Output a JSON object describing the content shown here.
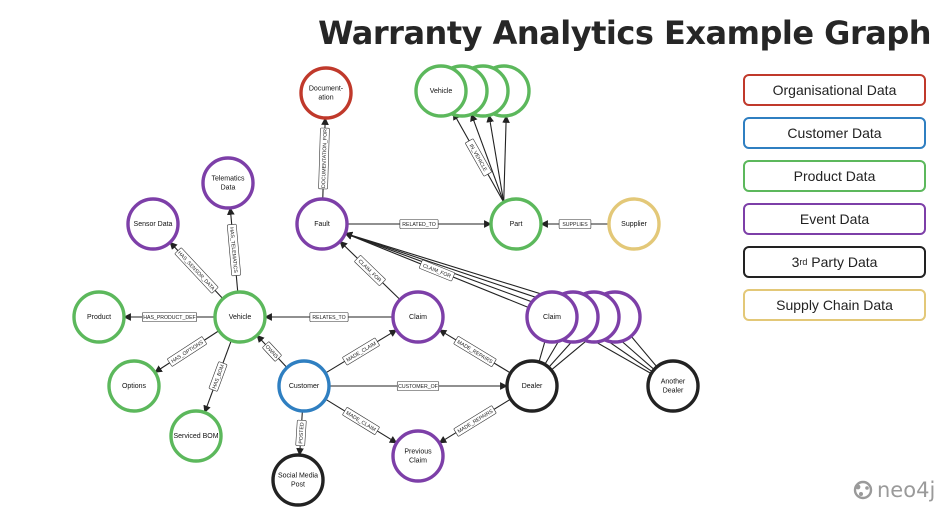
{
  "title": "Warranty Analytics Example Graph",
  "legend": [
    {
      "label": "Organisational Data",
      "color": "#c0392b"
    },
    {
      "label": "Customer Data",
      "color": "#2f7fc1"
    },
    {
      "label": "Product Data",
      "color": "#5cb85c"
    },
    {
      "label": "Event Data",
      "color": "#7d3fa8"
    },
    {
      "label": "3",
      "sup": "rd",
      "suffix": " Party Data",
      "color": "#222222"
    },
    {
      "label": "Supply Chain Data",
      "color": "#e3c878"
    }
  ],
  "nodes": [
    {
      "id": "documentation",
      "lines": [
        "Document-",
        "ation"
      ],
      "category": "Organisational Data"
    },
    {
      "id": "vehicle-product",
      "lines": [
        "Vehicle"
      ],
      "category": "Product Data",
      "stack": 4
    },
    {
      "id": "telematics",
      "lines": [
        "Telematics",
        "Data"
      ],
      "category": "Event Data"
    },
    {
      "id": "sensor",
      "lines": [
        "Sensor Data"
      ],
      "category": "Event Data"
    },
    {
      "id": "fault",
      "lines": [
        "Fault"
      ],
      "category": "Event Data"
    },
    {
      "id": "part",
      "lines": [
        "Part"
      ],
      "category": "Product Data"
    },
    {
      "id": "supplier",
      "lines": [
        "Supplier"
      ],
      "category": "Supply Chain Data"
    },
    {
      "id": "product",
      "lines": [
        "Product"
      ],
      "category": "Product Data"
    },
    {
      "id": "vehicle",
      "lines": [
        "Vehicle"
      ],
      "category": "Product Data"
    },
    {
      "id": "claim",
      "lines": [
        "Claim"
      ],
      "category": "Event Data"
    },
    {
      "id": "claim-stack",
      "lines": [
        "Claim"
      ],
      "category": "Event Data",
      "stack": 4
    },
    {
      "id": "options",
      "lines": [
        "Options"
      ],
      "category": "Product Data"
    },
    {
      "id": "customer",
      "lines": [
        "Customer"
      ],
      "category": "Customer Data"
    },
    {
      "id": "dealer",
      "lines": [
        "Dealer"
      ],
      "category": "3rd Party Data"
    },
    {
      "id": "another-dealer",
      "lines": [
        "Another",
        "Dealer"
      ],
      "category": "3rd Party Data"
    },
    {
      "id": "serviced-bom",
      "lines": [
        "Serviced BOM"
      ],
      "category": "Product Data"
    },
    {
      "id": "previous-claim",
      "lines": [
        "Previous",
        "Claim"
      ],
      "category": "Event Data"
    },
    {
      "id": "social",
      "lines": [
        "Social Media",
        "Post"
      ],
      "category": "3rd Party Data"
    }
  ],
  "edges": [
    {
      "from": "fault",
      "to": "documentation",
      "label": "DOCUMENTATION_FOR"
    },
    {
      "from": "fault",
      "to": "part",
      "label": "RELATED_TO"
    },
    {
      "from": "supplier",
      "to": "part",
      "label": "SUPPLIES"
    },
    {
      "from": "part",
      "to": "vehicle-product",
      "label": "IN_VEHICLE"
    },
    {
      "from": "vehicle",
      "to": "telematics",
      "label": "HAS_TELEMATICS"
    },
    {
      "from": "vehicle",
      "to": "sensor",
      "label": "HAS_SENSOR_DATA"
    },
    {
      "from": "vehicle",
      "to": "product",
      "label": "HAS_PRODUCT_DEF"
    },
    {
      "from": "vehicle",
      "to": "options",
      "label": "HAS_OPTIONS"
    },
    {
      "from": "vehicle",
      "to": "serviced-bom",
      "label": "HAS_BOM"
    },
    {
      "from": "claim",
      "to": "vehicle",
      "label": "RELATES_TO"
    },
    {
      "from": "claim",
      "to": "fault",
      "label": "CLAIM_FOR"
    },
    {
      "from": "claim-stack",
      "to": "fault",
      "label": "CLAIM_FOR"
    },
    {
      "from": "customer",
      "to": "vehicle",
      "label": "OWNS"
    },
    {
      "from": "customer",
      "to": "claim",
      "label": "MADE_CLAIM"
    },
    {
      "from": "customer",
      "to": "dealer",
      "label": "CUSTOMER_OF"
    },
    {
      "from": "customer",
      "to": "previous-claim",
      "label": "MADE_CLAIM"
    },
    {
      "from": "customer",
      "to": "social",
      "label": "POSTED"
    },
    {
      "from": "dealer",
      "to": "claim",
      "label": "MADE_REPAIRS"
    },
    {
      "from": "dealer",
      "to": "previous-claim",
      "label": "MADE_REPAIRS"
    },
    {
      "from": "dealer",
      "to": "claim-stack",
      "label": ""
    },
    {
      "from": "another-dealer",
      "to": "claim-stack",
      "label": ""
    }
  ],
  "logo": "neo4j"
}
